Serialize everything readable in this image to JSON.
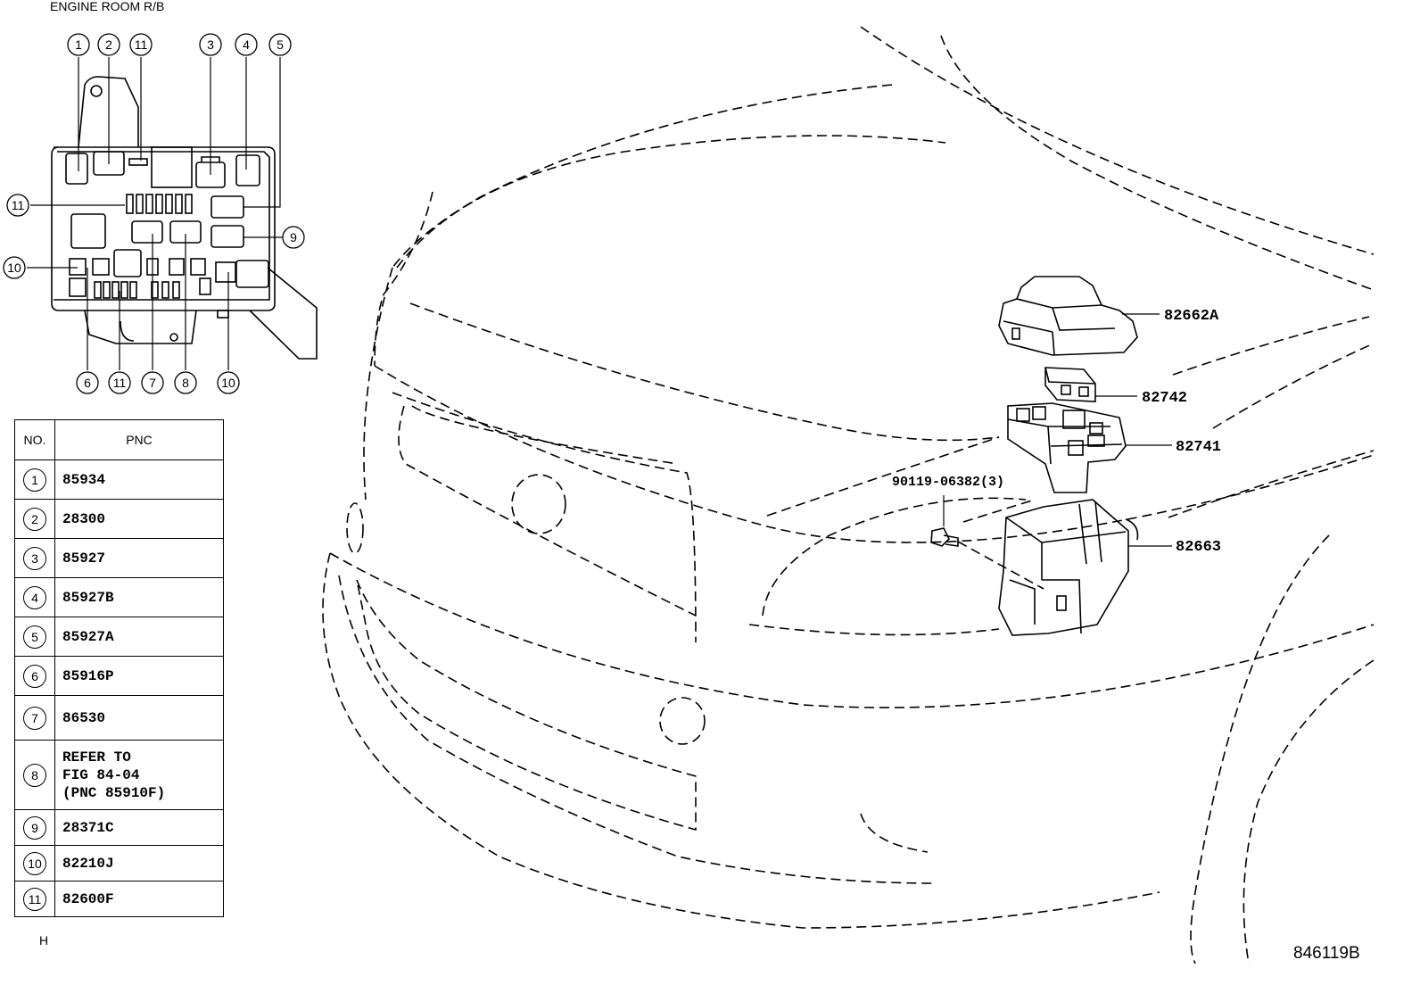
{
  "header": {
    "title": "ENGINE ROOM R/B"
  },
  "table": {
    "col_no": "NO.",
    "col_pnc": "PNC",
    "rows": [
      {
        "no": "1",
        "pnc": [
          "85934"
        ]
      },
      {
        "no": "2",
        "pnc": [
          "28300"
        ]
      },
      {
        "no": "3",
        "pnc": [
          "85927"
        ]
      },
      {
        "no": "4",
        "pnc": [
          "85927B"
        ]
      },
      {
        "no": "5",
        "pnc": [
          "85927A"
        ]
      },
      {
        "no": "6",
        "pnc": [
          "85916P"
        ]
      },
      {
        "no": "7",
        "pnc": [
          "86530"
        ]
      },
      {
        "no": "8",
        "pnc": [
          "REFER TO",
          "FIG 84-04",
          "(PNC 85910F)"
        ]
      },
      {
        "no": "9",
        "pnc": [
          "28371C"
        ]
      },
      {
        "no": "10",
        "pnc": [
          "82210J"
        ]
      },
      {
        "no": "11",
        "pnc": [
          "82600F"
        ]
      }
    ]
  },
  "callouts": {
    "c1": "1",
    "c2": "2",
    "c3": "3",
    "c4": "4",
    "c5": "5",
    "c6": "6",
    "c7": "7",
    "c8": "8",
    "c9": "9",
    "c10": "10",
    "c11": "11"
  },
  "part_labels": {
    "cover": "82662A",
    "fuse_holder": "82742",
    "relay_block": "82741",
    "bolt": "90119-06382(3)",
    "bracket": "82663"
  },
  "footer": {
    "note": "H",
    "figure_id": "846119B"
  }
}
